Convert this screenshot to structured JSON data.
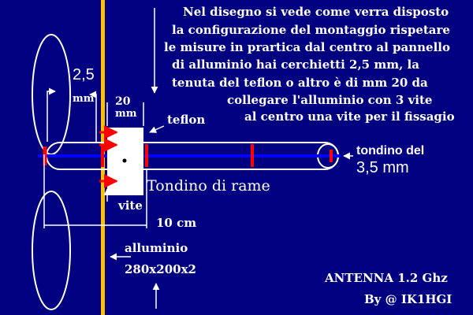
{
  "description_lines": [
    "Nel disegno si vede come verra disposto",
    "la configurazione del montaggio rispetare",
    "le misure in prartica dal centro al pannello",
    "di alluminio hai cerchietti 2,5 mm, la",
    "tenuta del teflon o altro è di mm 20 da",
    "collegare l'alluminio con 3 vite",
    "al centro una vite per il fissagio"
  ],
  "labels": {
    "loop_size_value": "2,5",
    "loop_size_unit": "mm",
    "teflon_size_value": "20",
    "teflon_size_unit": "mm",
    "teflon": "teflon",
    "rod_label": "tondino del",
    "rod_size": "3,5 mm",
    "copper_rod": "Tondino di rame",
    "screw": "vite",
    "length": "10 cm",
    "aluminium": "alluminio",
    "panel_size": "280x200x2"
  },
  "footer": {
    "title": "ANTENNA 1.2 Ghz",
    "author": "By @ IK1HGI"
  },
  "colors": {
    "background": "#000080",
    "panel": "#ffc000",
    "rod_core": "#0000ff",
    "markers": "#ff0000",
    "lines": "#ffffff"
  }
}
